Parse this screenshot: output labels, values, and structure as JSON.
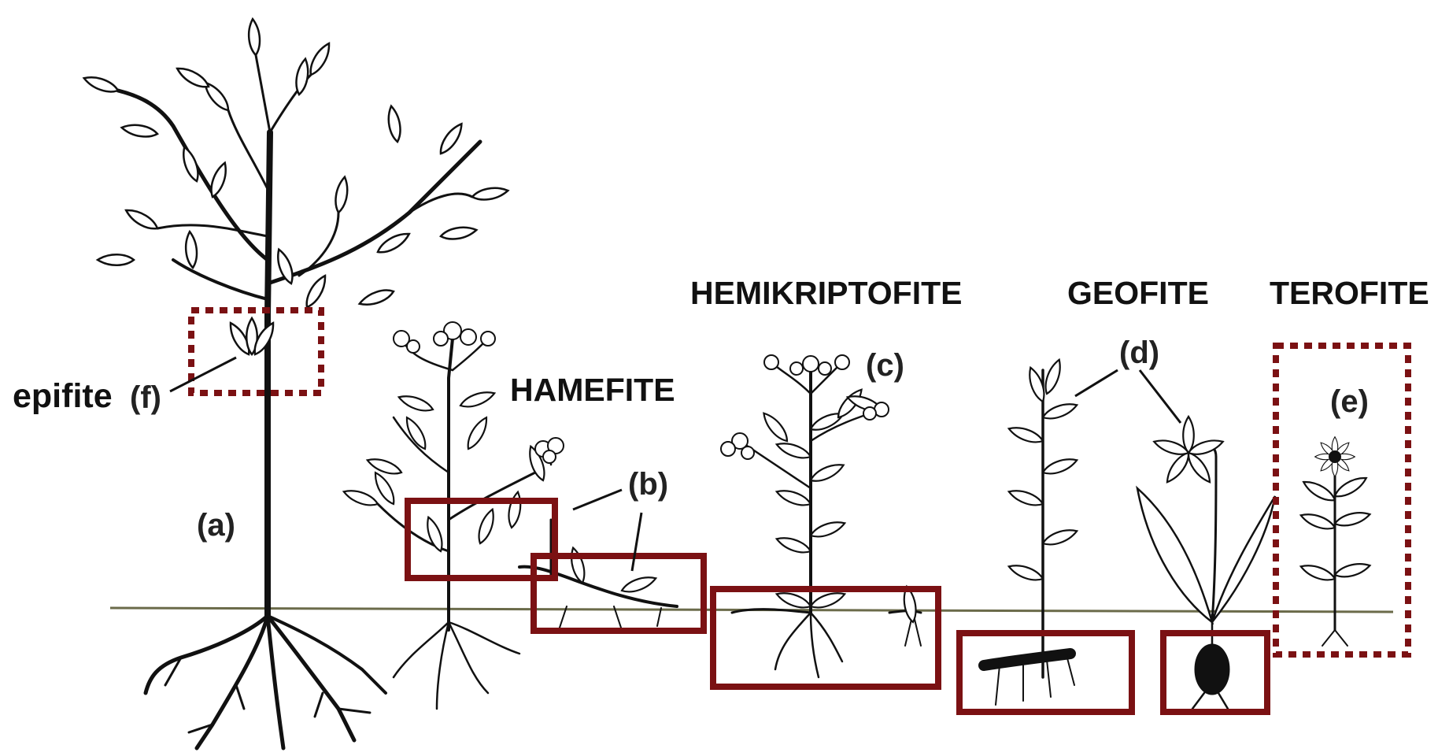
{
  "diagram": {
    "group_labels": {
      "hamefite": "HAMEFITE",
      "hemikriptofite": "HEMIKRIPTOFITE",
      "geofite": "GEOFITE",
      "terofite": "TEROFITE",
      "epifite": "epifite"
    },
    "codes": {
      "a": "(a)",
      "b": "(b)",
      "c": "(c)",
      "d": "(d)",
      "e": "(e)",
      "f": "(f)"
    },
    "colors": {
      "highlight_box": "#7b1113",
      "ink": "#111111",
      "ground": "#6b6b4a"
    }
  }
}
